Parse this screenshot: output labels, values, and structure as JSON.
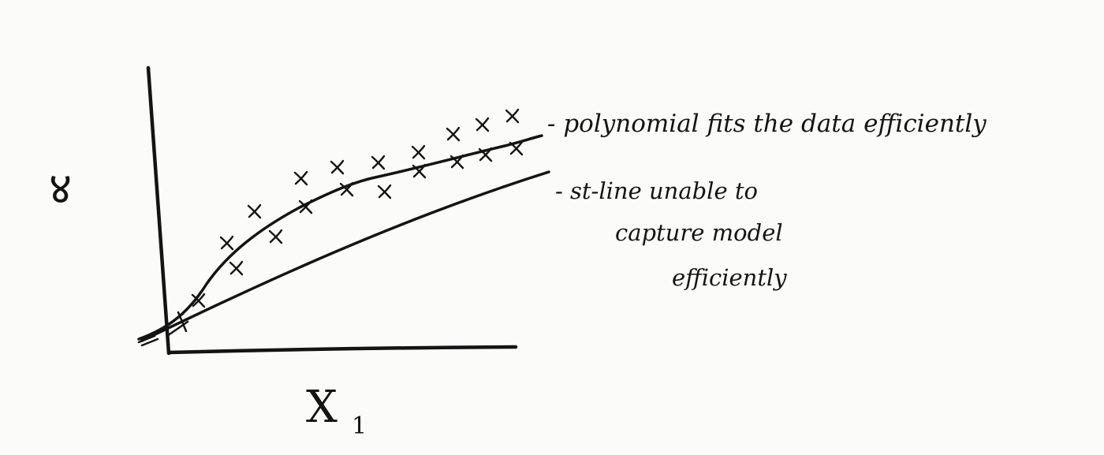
{
  "diagram": {
    "y_axis_label": "४",
    "x_axis_label": "X",
    "x_axis_subscript": "1",
    "annotation_polynomial": "- polynomial fits the data efficiently",
    "annotation_straight_line": [
      "- st-line unable to",
      "capture model",
      "efficiently"
    ],
    "data_marker_glyph": "x",
    "ink_color": "#141414",
    "paper_color": "#fbfbf9"
  }
}
